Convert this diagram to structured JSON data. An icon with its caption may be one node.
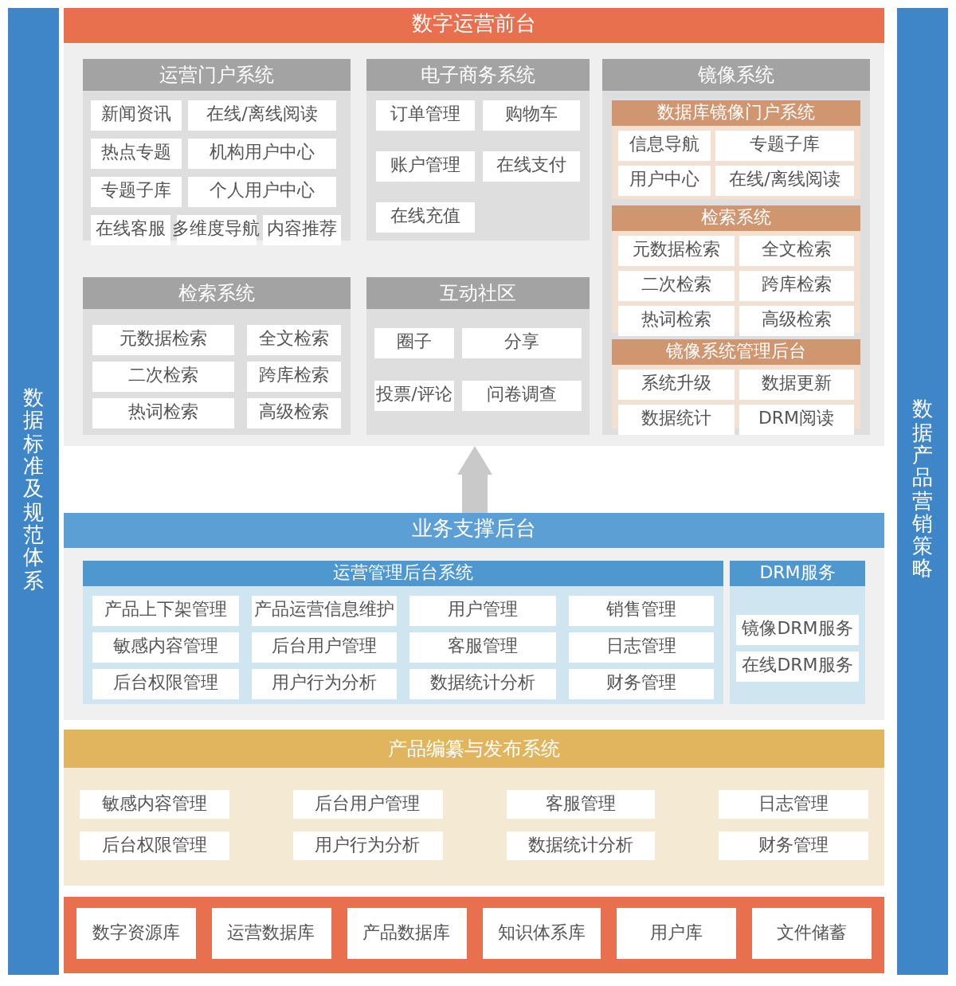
{
  "diagram": {
    "nodes": [
      {
        "text": [
          "数据标准及规范体系"
        ]
      },
      {
        "text": [
          "数据产品营销策略"
        ]
      },
      {
        "text": [
          "数字运营前台"
        ]
      },
      {
        "text": [
          "运营门户系统"
        ],
        "in": 2
      },
      {
        "text": [
          "新闻资讯"
        ],
        "in": 3
      },
      {
        "text": [
          "在线/离线阅读"
        ],
        "in": 3
      },
      {
        "text": [
          "热点专题"
        ],
        "in": 3
      },
      {
        "text": [
          "机构用户中心"
        ],
        "in": 3
      },
      {
        "text": [
          "专题子库"
        ],
        "in": 3
      },
      {
        "text": [
          "个人用户中心"
        ],
        "in": 3
      },
      {
        "text": [
          "在线客服"
        ],
        "in": 3
      },
      {
        "text": [
          "多维度导航"
        ],
        "in": 3
      },
      {
        "text": [
          "内容推荐"
        ],
        "in": 3
      },
      {
        "text": [
          "电子商务系统"
        ],
        "in": 2
      },
      {
        "text": [
          "订单管理"
        ],
        "in": 13
      },
      {
        "text": [
          "购物车"
        ],
        "in": 13
      },
      {
        "text": [
          "账户管理"
        ],
        "in": 13
      },
      {
        "text": [
          "在线支付"
        ],
        "in": 13
      },
      {
        "text": [
          "在线充值"
        ],
        "in": 13
      },
      {
        "text": [
          "镜像系统"
        ],
        "in": 2
      },
      {
        "text": [
          "数据库镜像门户系统"
        ],
        "in": 19
      },
      {
        "text": [
          "信息导航"
        ],
        "in": 20
      },
      {
        "text": [
          "专题子库"
        ],
        "in": 20
      },
      {
        "text": [
          "用户中心"
        ],
        "in": 20
      },
      {
        "text": [
          "在线/离线阅读"
        ],
        "in": 20
      },
      {
        "text": [
          "检索系统"
        ],
        "in": 19
      },
      {
        "text": [
          "元数据检索"
        ],
        "in": 25
      },
      {
        "text": [
          "全文检索"
        ],
        "in": 25
      },
      {
        "text": [
          "二次检索"
        ],
        "in": 25
      },
      {
        "text": [
          "跨库检索"
        ],
        "in": 25
      },
      {
        "text": [
          "热词检索"
        ],
        "in": 25
      },
      {
        "text": [
          "高级检索"
        ],
        "in": 25
      },
      {
        "text": [
          "镜像系统管理后台"
        ],
        "in": 19
      },
      {
        "text": [
          "系统升级"
        ],
        "in": 32
      },
      {
        "text": [
          "数据更新"
        ],
        "in": 32
      },
      {
        "text": [
          "数据统计"
        ],
        "in": 32
      },
      {
        "text": [
          "DRM阅读"
        ],
        "in": 32
      },
      {
        "text": [
          "检索系统"
        ],
        "in": 2
      },
      {
        "text": [
          "元数据检索"
        ],
        "in": 37
      },
      {
        "text": [
          "全文检索"
        ],
        "in": 37
      },
      {
        "text": [
          "二次检索"
        ],
        "in": 37
      },
      {
        "text": [
          "跨库检索"
        ],
        "in": 37
      },
      {
        "text": [
          "热词检索"
        ],
        "in": 37
      },
      {
        "text": [
          "高级检索"
        ],
        "in": 37
      },
      {
        "text": [
          "互动社区"
        ],
        "in": 2
      },
      {
        "text": [
          "圈子"
        ],
        "in": 44
      },
      {
        "text": [
          "分享"
        ],
        "in": 44
      },
      {
        "text": [
          "投票/评论"
        ],
        "in": 44
      },
      {
        "text": [
          "问卷调查"
        ],
        "in": 44
      },
      {
        "text": [
          "业务支撑后台"
        ]
      },
      {
        "text": [
          "运营管理后台系统"
        ],
        "in": 49
      },
      {
        "text": [
          "产品上下架管理"
        ],
        "in": 50
      },
      {
        "text": [
          "产品运营信息维护"
        ],
        "in": 50
      },
      {
        "text": [
          "用户管理"
        ],
        "in": 50
      },
      {
        "text": [
          "销售管理"
        ],
        "in": 50
      },
      {
        "text": [
          "敏感内容管理"
        ],
        "in": 50
      },
      {
        "text": [
          "后台用户管理"
        ],
        "in": 50
      },
      {
        "text": [
          "客服管理"
        ],
        "in": 50
      },
      {
        "text": [
          "日志管理"
        ],
        "in": 50
      },
      {
        "text": [
          "后台权限管理"
        ],
        "in": 50
      },
      {
        "text": [
          "用户行为分析"
        ],
        "in": 50
      },
      {
        "text": [
          "数据统计分析"
        ],
        "in": 50
      },
      {
        "text": [
          "财务管理"
        ],
        "in": 50
      },
      {
        "text": [
          "DRM服务"
        ],
        "in": 49
      },
      {
        "text": [
          "镜像DRM服务"
        ],
        "in": 63
      },
      {
        "text": [
          "在线DRM服务"
        ],
        "in": 63
      },
      {
        "text": [
          "产品编纂与发布系统"
        ]
      },
      {
        "text": [
          "敏感内容管理"
        ],
        "in": 66
      },
      {
        "text": [
          "后台用户管理"
        ],
        "in": 66
      },
      {
        "text": [
          "客服管理"
        ],
        "in": 66
      },
      {
        "text": [
          "日志管理"
        ],
        "in": 66
      },
      {
        "text": [
          "后台权限管理"
        ],
        "in": 66
      },
      {
        "text": [
          "用户行为分析"
        ],
        "in": 66
      },
      {
        "text": [
          "数据统计分析"
        ],
        "in": 66
      },
      {
        "text": [
          "财务管理"
        ],
        "in": 66
      },
      {
        "text": [],
        "shape": "box"
      },
      {
        "text": [
          "数字资源库"
        ],
        "in": 75
      },
      {
        "text": [
          "运营数据库"
        ],
        "in": 75
      },
      {
        "text": [
          "产品数据库"
        ],
        "in": 75
      },
      {
        "text": [
          "知识体系库"
        ],
        "in": 75
      },
      {
        "text": [
          "用户库"
        ],
        "in": 75
      },
      {
        "text": [
          "文件储蓄"
        ],
        "in": 75
      }
    ],
    "edges": [
      {
        "from": 49,
        "to": 2,
        "arrow": "to"
      }
    ]
  }
}
